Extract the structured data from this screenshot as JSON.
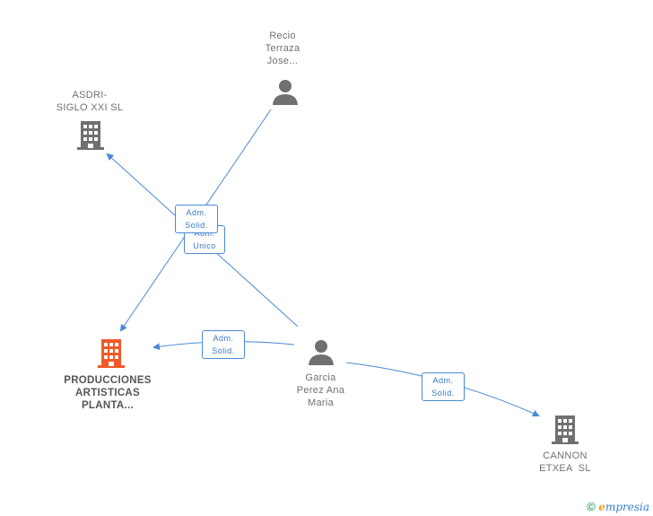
{
  "nodes": {
    "recio": {
      "lines": [
        "Recio",
        "Terraza",
        "Jose..."
      ]
    },
    "asdri": {
      "lines": [
        "ASDRI-",
        "SIGLO XXI SL"
      ]
    },
    "producciones": {
      "lines": [
        "PRODUCCIONES",
        "ARTISTICAS",
        "PLANTA..."
      ]
    },
    "garcia": {
      "lines": [
        "Garcia",
        "Perez Ana",
        "Maria"
      ]
    },
    "cannon": {
      "lines": [
        "CANNON",
        "ETXEA  SL"
      ]
    }
  },
  "edge_labels": {
    "adm_solid_top": [
      "Adm.",
      "Solid."
    ],
    "adm_unico": [
      "Adm.",
      "Unico"
    ],
    "adm_solid_mid": [
      "Adm.",
      "Solid."
    ],
    "adm_solid_right": [
      "Adm.",
      "Solid."
    ]
  },
  "colors": {
    "edge": "#4a8ad4",
    "icon_gray": "#707070",
    "icon_main": "#f05a28"
  },
  "footer": {
    "copyright": "©",
    "brand_e": "e",
    "brand_rest": "mpresia"
  }
}
